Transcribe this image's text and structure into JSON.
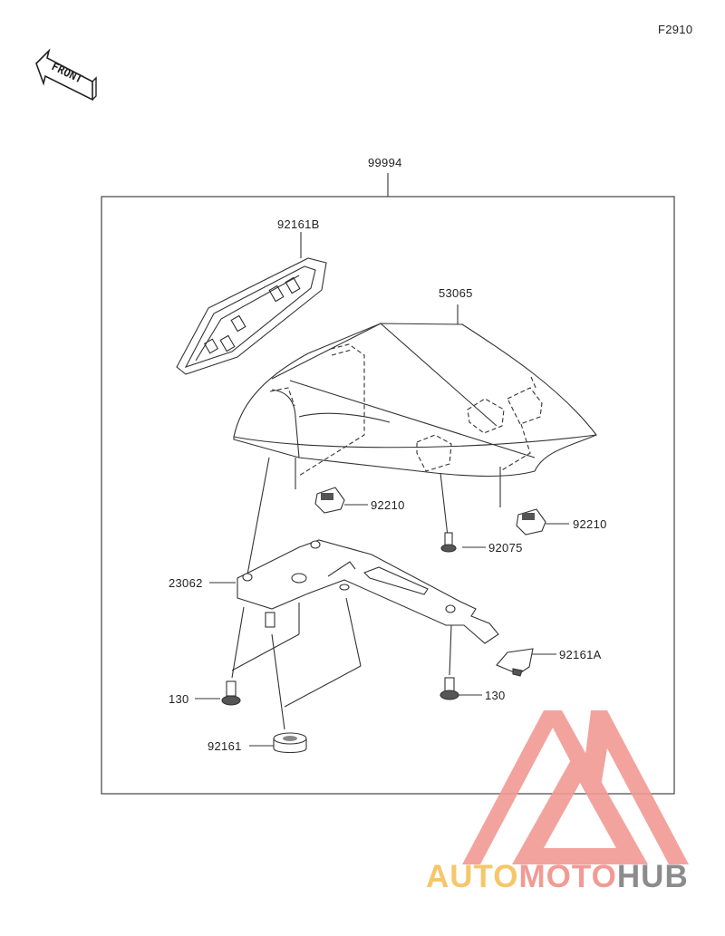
{
  "figure_code": "F2910",
  "front_label": "FRONT",
  "parts": {
    "assembly": "99994",
    "grip_cover": "92161B",
    "seat_cover": "53065",
    "nut_left": "92210",
    "nut_right": "92210",
    "screw": "92075",
    "bracket": "23062",
    "clip": "92161A",
    "bolt_left": "130",
    "bolt_right": "130",
    "damper": "92161"
  },
  "watermark": {
    "part1": "AUTO",
    "part2": "MOTO",
    "part3": "HUB",
    "color_orange": "#f6c76a",
    "color_red": "#f29a94",
    "color_gray": "#8c8c8c"
  }
}
